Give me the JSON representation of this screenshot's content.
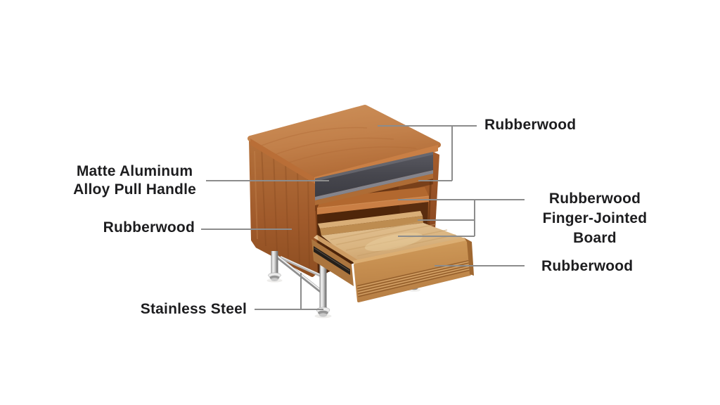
{
  "page": {
    "background_color": "#ffffff",
    "description": "Material callout diagram of a wooden nightstand with an open drawer, full-width pull handle, open shelf and metal legs"
  },
  "style": {
    "label_text_color": "#1d1d1f",
    "leader_line_color": "#8c8c8c",
    "wood_top_color": "#c8854e",
    "wood_side_color": "#a25c2c",
    "wood_edge_color": "#c97f45",
    "drawer_interior_color": "#ddbb8a",
    "handle_color": "#4a4a52",
    "chrome_color": "#cfcfcf"
  },
  "callouts": {
    "top_panel": {
      "label": "Rubberwood"
    },
    "pull_handle": {
      "line1": "Matte Aluminum",
      "line2": "Alloy Pull Handle"
    },
    "side_panel": {
      "label": "Rubberwood"
    },
    "finger_jointed_board": {
      "line1": "Rubberwood",
      "line2": "Finger-Jointed Board"
    },
    "drawer_front": {
      "label": "Rubberwood"
    },
    "legs": {
      "label": "Stainless Steel"
    }
  }
}
